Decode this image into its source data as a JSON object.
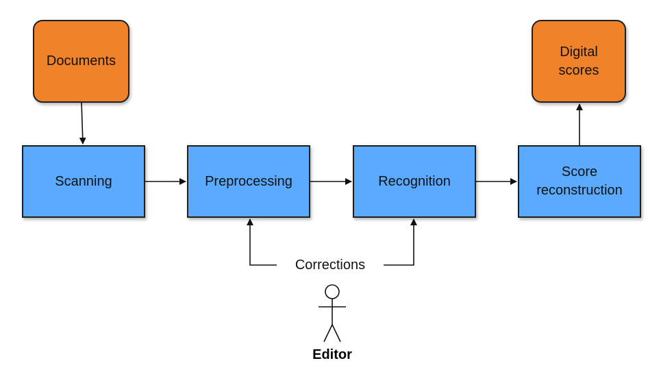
{
  "diagram": {
    "nodes": [
      {
        "id": "documents",
        "label": "Documents",
        "kind": "terminal"
      },
      {
        "id": "scanning",
        "label": "Scanning",
        "kind": "process"
      },
      {
        "id": "preprocessing",
        "label": "Preprocessing",
        "kind": "process"
      },
      {
        "id": "recognition",
        "label": "Recognition",
        "kind": "process"
      },
      {
        "id": "score_reconstruction",
        "label": "Score\nreconstruction",
        "kind": "process"
      },
      {
        "id": "digital_scores",
        "label": "Digital\nscores",
        "kind": "terminal"
      }
    ],
    "edges": [
      {
        "from": "documents",
        "to": "scanning"
      },
      {
        "from": "scanning",
        "to": "preprocessing"
      },
      {
        "from": "preprocessing",
        "to": "recognition"
      },
      {
        "from": "recognition",
        "to": "score_reconstruction"
      },
      {
        "from": "score_reconstruction",
        "to": "digital_scores"
      },
      {
        "from": "editor",
        "to": "preprocessing",
        "label": "Corrections"
      },
      {
        "from": "editor",
        "to": "recognition",
        "label": "Corrections"
      }
    ],
    "feedback_label": "Corrections",
    "actor": {
      "name": "Editor",
      "icon": "stick-figure-icon"
    }
  },
  "colors": {
    "process_fill": "#5aabff",
    "terminal_fill": "#f0832a",
    "stroke": "#1e1e1e",
    "text": "#111111"
  }
}
